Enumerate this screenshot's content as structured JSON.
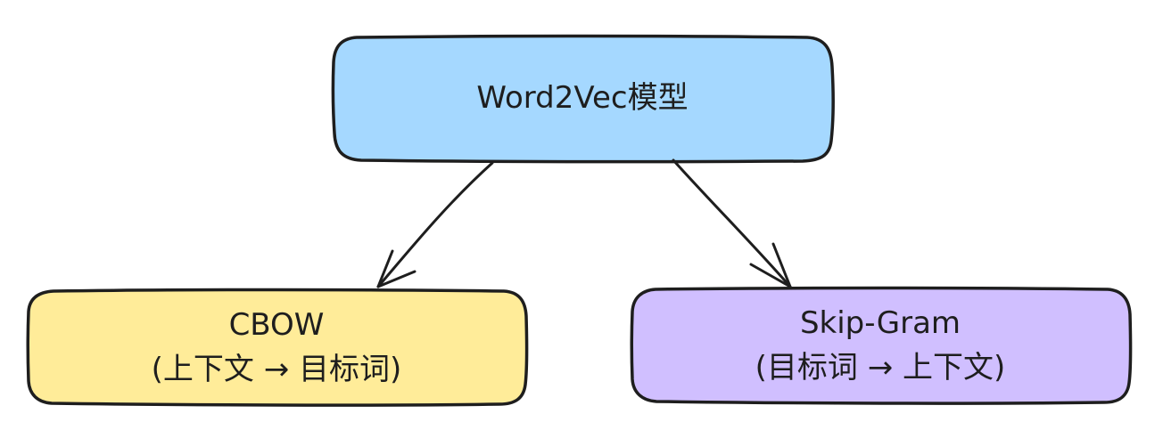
{
  "diagram": {
    "nodes": [
      {
        "id": "root",
        "lines": [
          "Word2Vec模型"
        ],
        "fill": "#a5d8ff"
      },
      {
        "id": "cbow",
        "lines": [
          "CBOW",
          "(上下文 → 目标词)"
        ],
        "fill": "#ffec99"
      },
      {
        "id": "skip",
        "lines": [
          "Skip-Gram",
          "(目标词 → 上下文)"
        ],
        "fill": "#d0bfff"
      }
    ],
    "edges": [
      {
        "from": "root",
        "to": "cbow"
      },
      {
        "from": "root",
        "to": "skip"
      }
    ],
    "stroke": "#1e1e1e"
  }
}
